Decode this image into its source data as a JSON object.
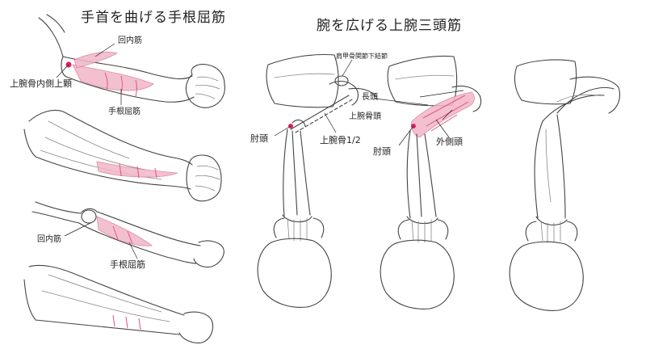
{
  "left_panel": {
    "title": "手首を曲げる手根屈筋",
    "labels": {
      "pronator_top": "回内筋",
      "epicondyle": "上腕骨内側上顆",
      "flexor_top": "手根屈筋",
      "pronator_bottom": "回内筋",
      "flexor_bottom": "手根屈筋"
    }
  },
  "right_panel": {
    "title": "腕を広げる上腕三頭筋",
    "labels": {
      "infraglenoid": "肩甲骨関節下結節",
      "long_head": "長頭",
      "humerus_head": "上腕骨頭",
      "elbow_left": "肘頭",
      "humerus_half": "上腕骨1/2",
      "elbow_right": "肘頭",
      "lateral_head": "外側頭"
    }
  },
  "colors": {
    "muscle": "#f2b6c8",
    "marker": "#e0235a",
    "line": "#444444"
  }
}
